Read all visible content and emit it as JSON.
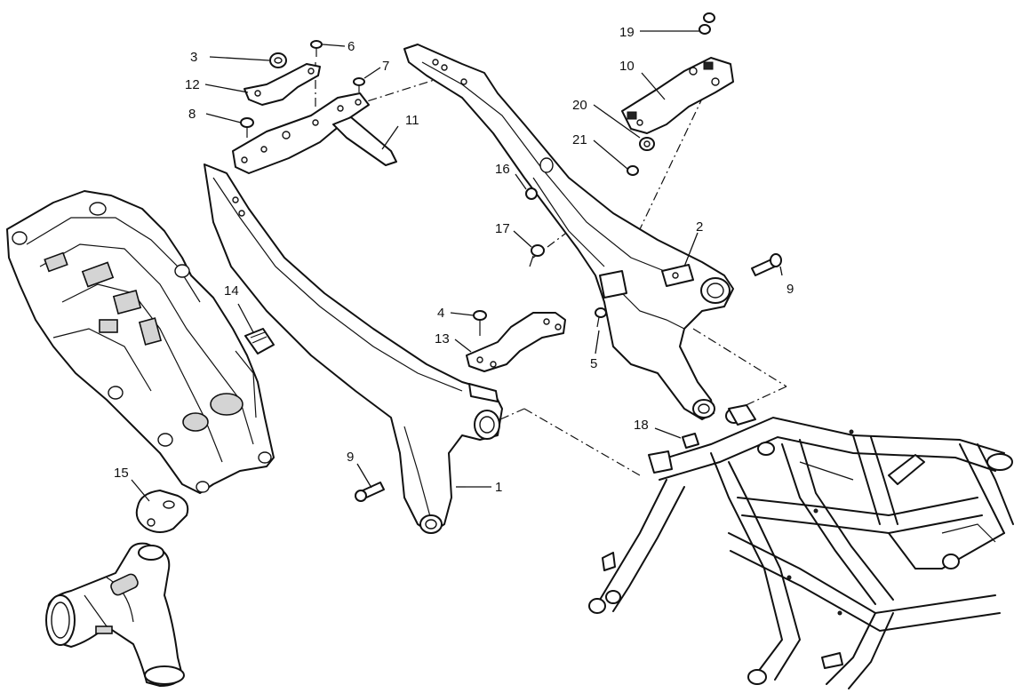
{
  "callouts": {
    "c1": "1",
    "c2": "2",
    "c3": "3",
    "c4": "4",
    "c5": "5",
    "c6": "6",
    "c7": "7",
    "c8": "8",
    "c9a": "9",
    "c9b": "9",
    "c10": "10",
    "c11": "11",
    "c12": "12",
    "c13": "13",
    "c14": "14",
    "c15": "15",
    "c16": "16",
    "c17": "17",
    "c18": "18",
    "c19": "19",
    "c20": "20",
    "c21": "21"
  },
  "colors": {
    "line": "#111111",
    "shade": "#d4d4d4",
    "background": "#ffffff"
  }
}
